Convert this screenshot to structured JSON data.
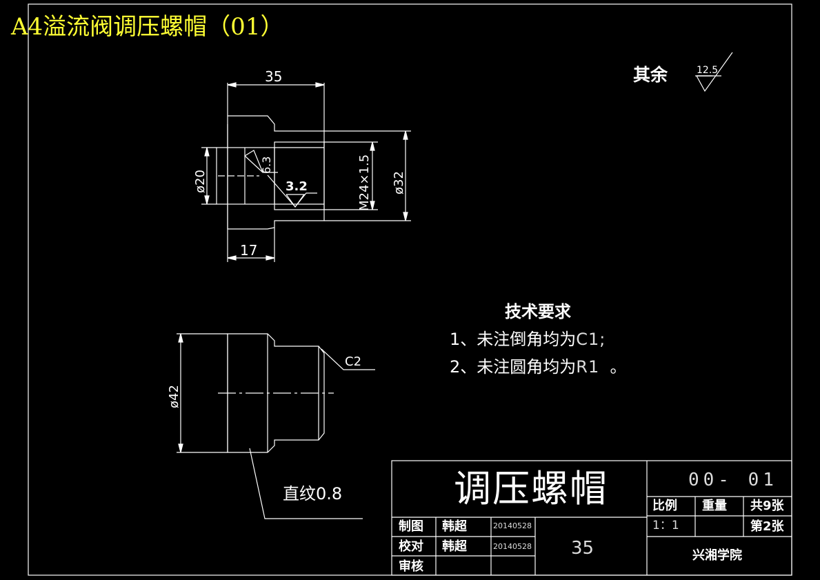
{
  "title": "A4溢流阀调压螺帽（01）",
  "surface_finish": {
    "rest_label": "其余",
    "rest_value": "12.5",
    "bore_value": "6.3",
    "inner_value": "3.2"
  },
  "dimensions": {
    "length": "35",
    "step": "17",
    "bore_dia": "ø20",
    "thread": "M24×1.5",
    "outer_dia": "ø32",
    "body_dia": "ø42",
    "chamfer": "C2"
  },
  "tech_requirements": {
    "heading": "技术要求",
    "item1_prefix": "1、未注倒角均为",
    "item1_value": "C1;",
    "item2_prefix": "2、未注圆角均为",
    "item2_value": "R1",
    "item2_suffix": "。"
  },
  "knurl_note": "直纹0.8",
  "title_block": {
    "part_name": "调压螺帽",
    "drawing_code": "00- 01",
    "scale_label": "比例",
    "weight_label": "重量",
    "total_sheets": "共9张",
    "scale_value": "1：1",
    "sheet_no": "第2张",
    "quantity": "35",
    "drawn_label": "制图",
    "drawn_by": "韩超",
    "drawn_date": "20140528",
    "checked_label": "校对",
    "checked_by": "韩超",
    "checked_date": "20140528",
    "approved_label": "审核",
    "school": "兴湘学院"
  },
  "colors": {
    "background": "#000000",
    "lines": "#ffffff",
    "title": "#ffff33"
  }
}
